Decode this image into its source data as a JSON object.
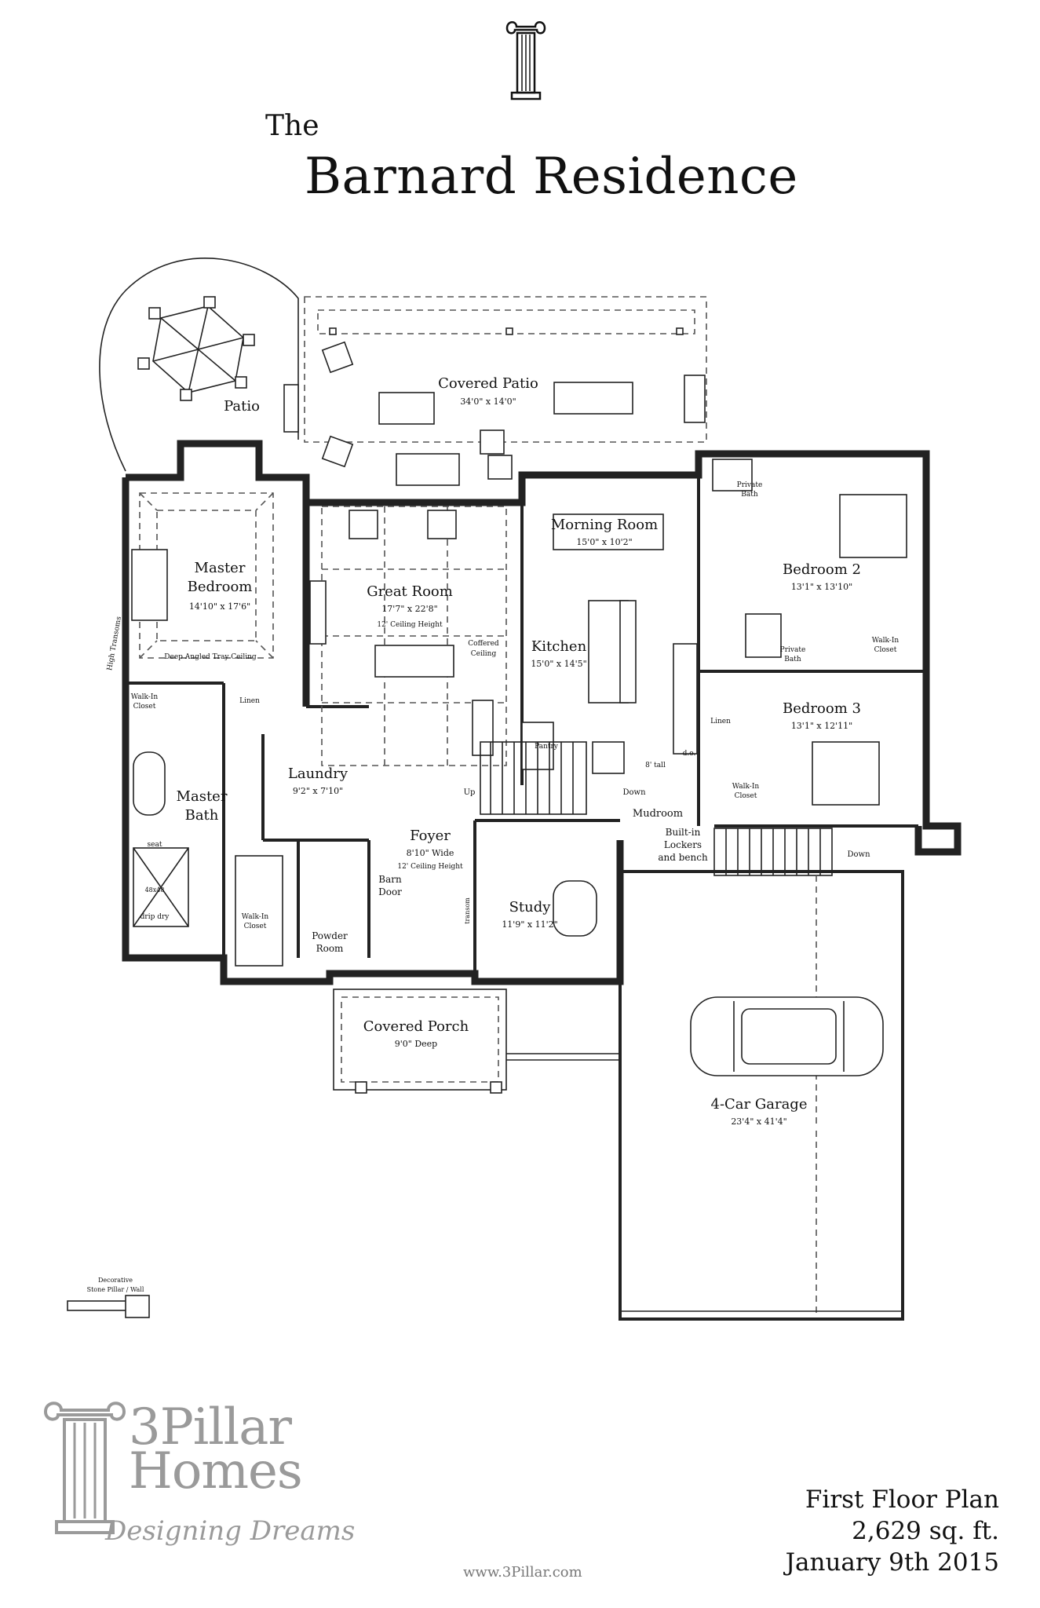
{
  "header": {
    "title_prefix": "The",
    "title": "Barnard Residence"
  },
  "rooms": {
    "covered_patio": {
      "name": "Covered Patio",
      "size": "34'0\" x 14'0\""
    },
    "patio": {
      "name": "Patio"
    },
    "master_bedroom": {
      "name_line1": "Master",
      "name_line2": "Bedroom",
      "size": "14'10\" x 17'6\"",
      "note": "Deep Angled Tray Ceiling"
    },
    "great_room": {
      "name": "Great Room",
      "size": "17'7\" x 22'8\"",
      "note": "12' Ceiling Height",
      "ceiling_note_line1": "Coffered",
      "ceiling_note_line2": "Ceiling"
    },
    "morning_room": {
      "name": "Morning Room",
      "size": "15'0\" x 10'2\""
    },
    "kitchen": {
      "name": "Kitchen",
      "size": "15'0\" x 14'5\""
    },
    "bedroom2": {
      "name": "Bedroom 2",
      "size": "13'1\" x 13'10\""
    },
    "bedroom3": {
      "name": "Bedroom 3",
      "size": "13'1\" x 12'11\""
    },
    "laundry": {
      "name": "Laundry",
      "size": "9'2\" x 7'10\""
    },
    "master_bath": {
      "name_line1": "Master",
      "name_line2": "Bath"
    },
    "foyer": {
      "name": "Foyer",
      "size": "8'10\" Wide",
      "note": "12' Ceiling Height"
    },
    "study": {
      "name": "Study",
      "size": "11'9\" x 11'2\""
    },
    "mudroom": {
      "name": "Mudroom",
      "note_line1": "Built-in",
      "note_line2": "Lockers",
      "note_line3": "and bench"
    },
    "powder_room": {
      "name_line1": "Powder",
      "name_line2": "Room"
    },
    "covered_porch": {
      "name": "Covered Porch",
      "size": "9'0\" Deep"
    },
    "garage": {
      "name": "4-Car Garage",
      "size": "23'4\" x 41'4\""
    }
  },
  "small_labels": {
    "walk_in_closet_1": "Walk-In",
    "walk_in_closet_2": "Closet",
    "linen": "Linen",
    "private_bath_1": "Private",
    "private_bath_2": "Bath",
    "pantry": "Pantry",
    "barn_door_1": "Barn",
    "barn_door_2": "Door",
    "up": "Up",
    "down": "Down",
    "high_transoms": "High Transoms",
    "transom": "transom",
    "seat": "seat",
    "shower_size": "48x48",
    "drip_dry": "drip dry",
    "eight_tall": "8' tall",
    "do": "d.o.",
    "decorative_1": "Decorative",
    "decorative_2": "Stone Pillar / Wall"
  },
  "logo": {
    "name_line1": "3Pillar",
    "name_line2": "Homes",
    "tagline": "Designing Dreams"
  },
  "footer": {
    "plan_name": "First Floor Plan",
    "area": "2,629 sq. ft.",
    "date": "January 9th 2015",
    "website": "www.3Pillar.com"
  }
}
